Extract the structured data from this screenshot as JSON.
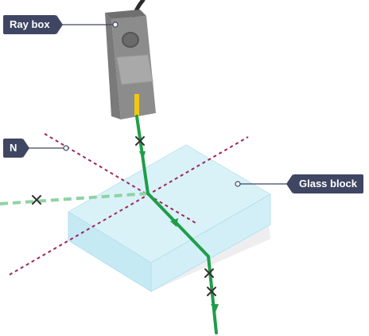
{
  "labels": {
    "ray_box": "Ray box",
    "normal": "N",
    "glass_block": "Glass block"
  },
  "colors": {
    "label_bg": "#3f4663",
    "ray": "#1f9d49",
    "reflected_ray": "#8fd3a3",
    "normal_line": "#a0245d",
    "glass_top": "#d9f2f8",
    "glass_front": "#c3e8f3",
    "ray_box_body": "#8c8c8c",
    "light_beam": "#f2c511",
    "cross_marker": "#333333"
  },
  "icons": {
    "cross_marker": "cross-icon",
    "pointer_end": "circle-pointer-icon",
    "ray_direction": "arrowhead-icon"
  }
}
